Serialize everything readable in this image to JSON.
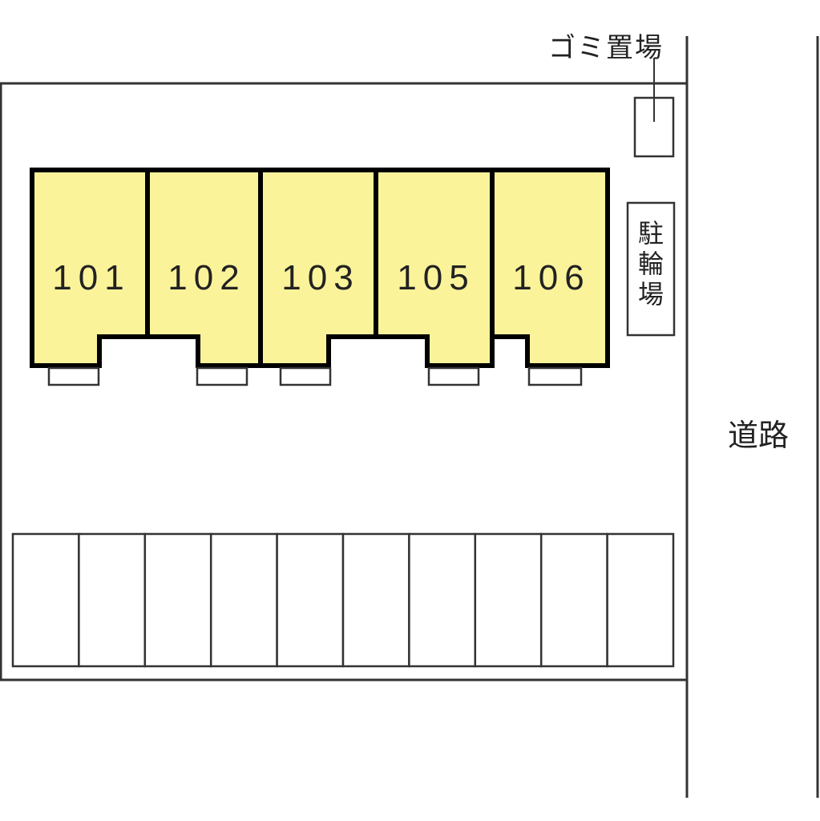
{
  "labels": {
    "garbage": "ゴミ置場",
    "bicycle_parking": "駐輪場",
    "road": "道路"
  },
  "units": [
    "101",
    "102",
    "103",
    "105",
    "106"
  ],
  "parking_spaces": 10,
  "colors": {
    "unit_fill": "#fbf39a",
    "wall": "#000000",
    "line": "#333333"
  }
}
